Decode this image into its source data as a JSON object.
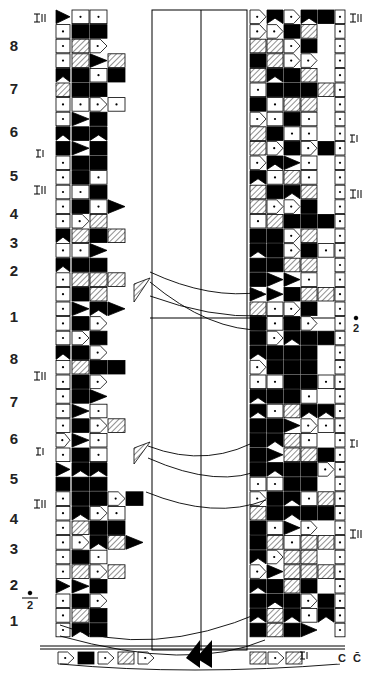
{
  "diagram": {
    "labels": [
      "8",
      "7",
      "6",
      "5",
      "4",
      "3",
      "2",
      "1",
      "8",
      "7",
      "6",
      "5",
      "4",
      "3",
      "2",
      "1",
      "2",
      "2",
      "C",
      "C̄"
    ]
  }
}
